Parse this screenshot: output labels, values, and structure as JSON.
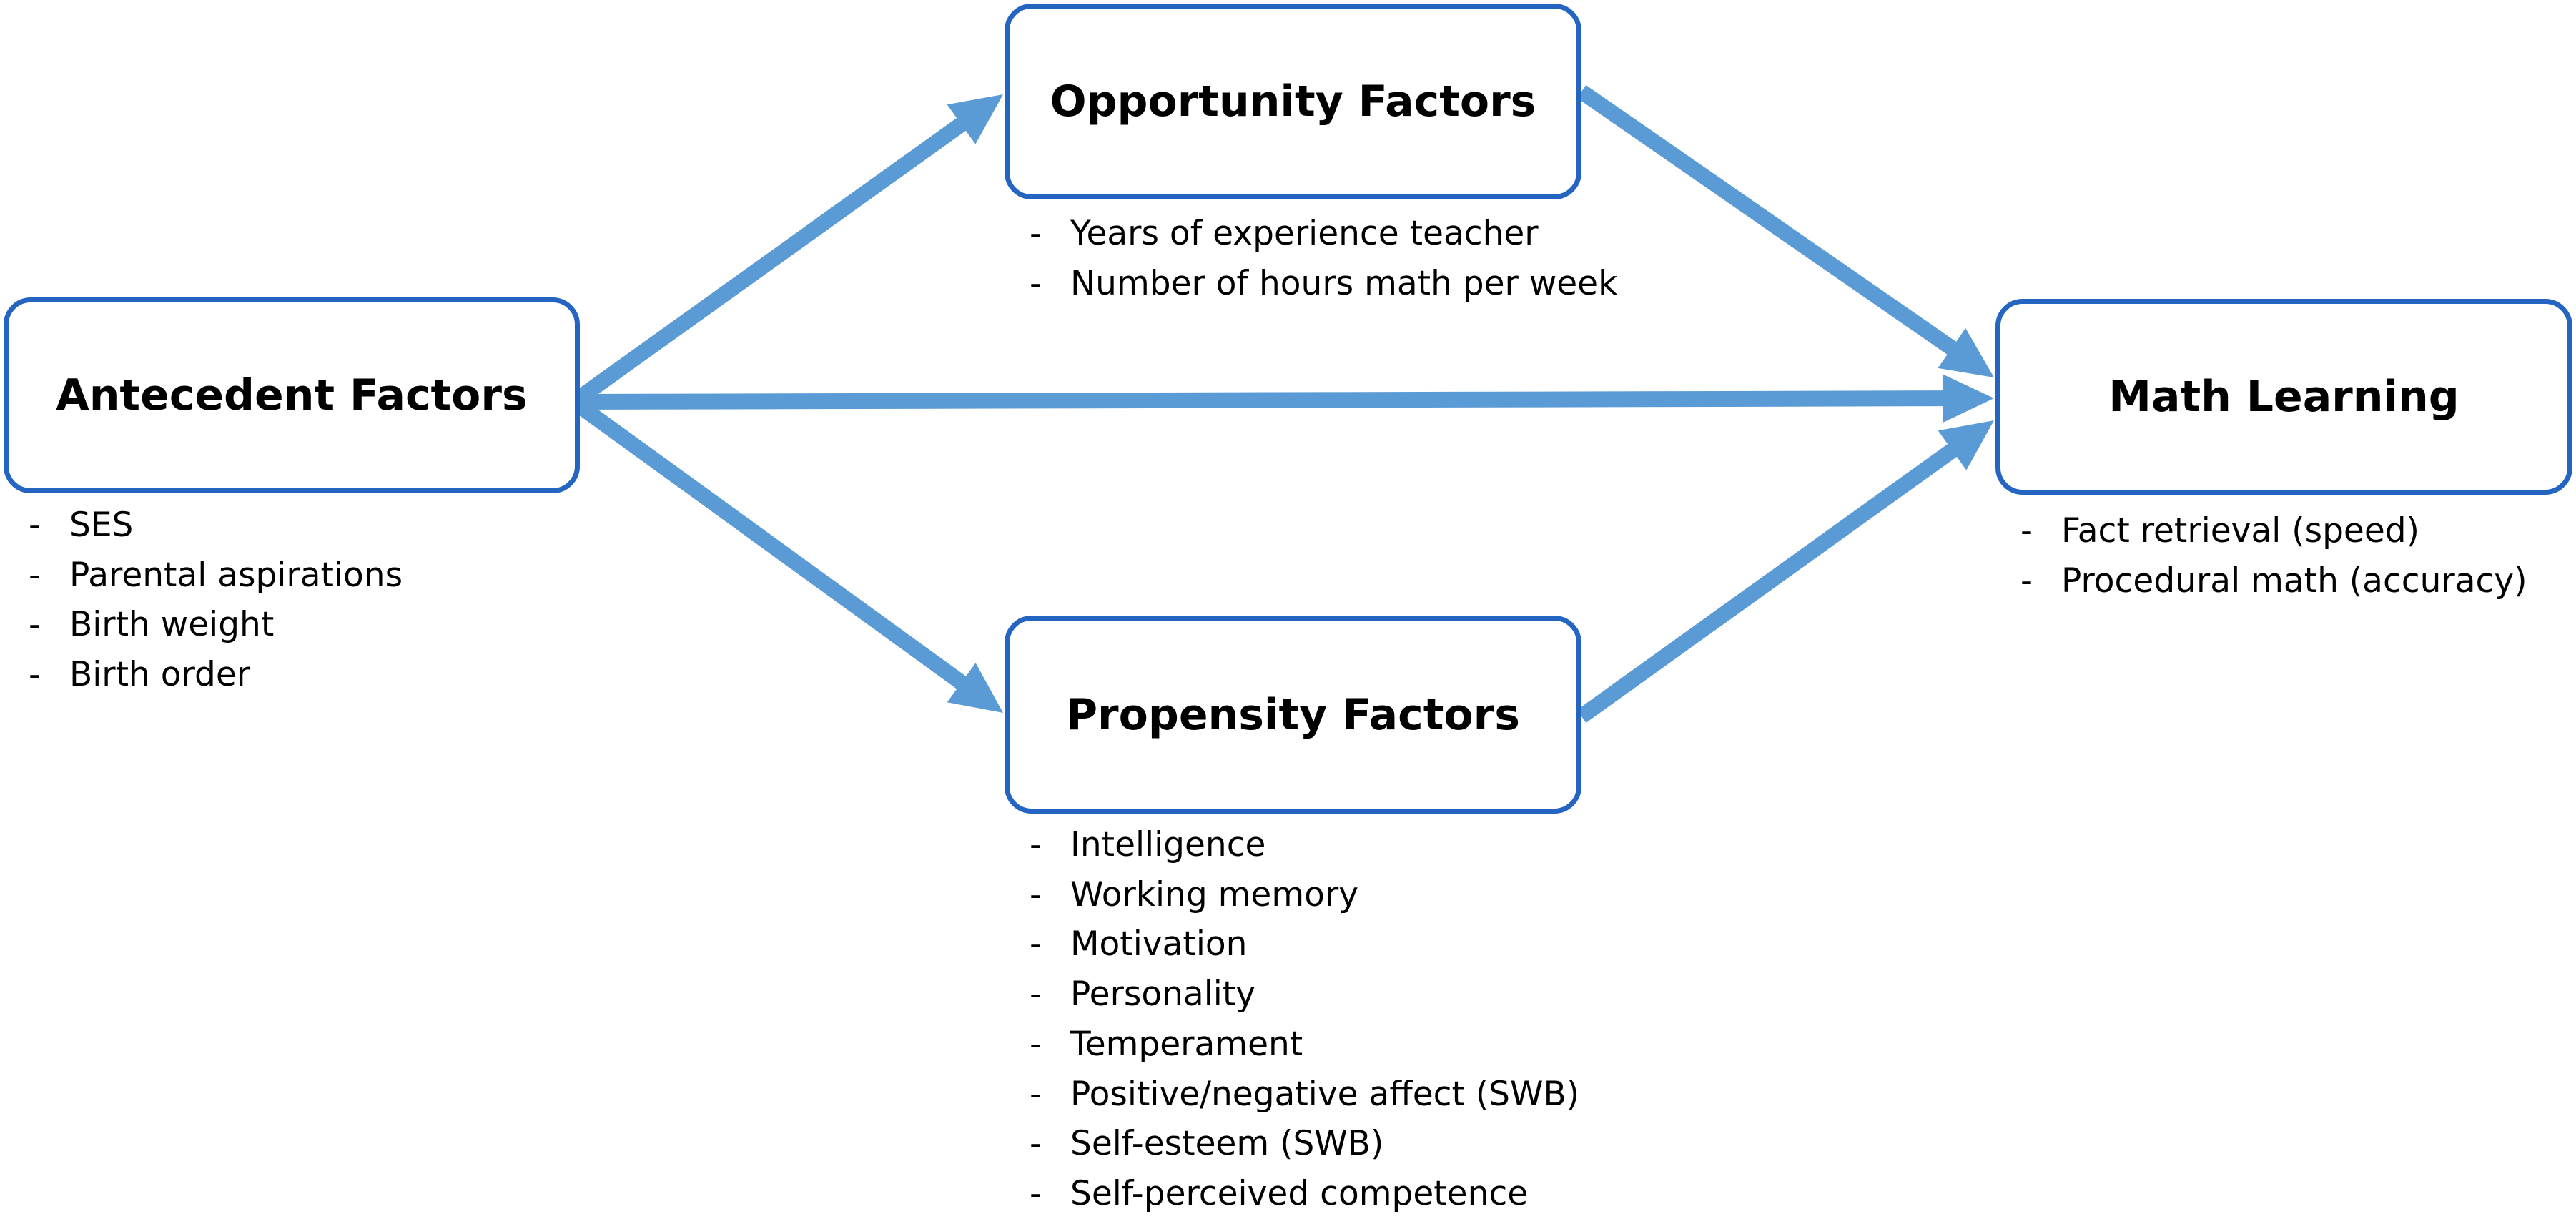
{
  "diagram": {
    "colors": {
      "box_border": "#2565c2",
      "arrow": "#5b9bd5",
      "text": "#000000",
      "background": "#ffffff"
    },
    "nodes": {
      "antecedent": {
        "title": "Antecedent Factors",
        "items": [
          "SES",
          "Parental aspirations",
          "Birth weight",
          "Birth order"
        ]
      },
      "opportunity": {
        "title": "Opportunity Factors",
        "items": [
          "Years of experience teacher",
          "Number of hours math per week"
        ]
      },
      "propensity": {
        "title": "Propensity Factors",
        "items": [
          "Intelligence",
          "Working memory",
          "Motivation",
          "Personality",
          "Temperament",
          "Positive/negative affect (SWB)",
          "Self-esteem (SWB)",
          "Self-perceived competence"
        ]
      },
      "math": {
        "title": "Math Learning",
        "items": [
          "Fact retrieval (speed)",
          "Procedural math (accuracy)"
        ]
      }
    },
    "edges": [
      {
        "from": "antecedent",
        "to": "opportunity"
      },
      {
        "from": "antecedent",
        "to": "math"
      },
      {
        "from": "antecedent",
        "to": "propensity"
      },
      {
        "from": "opportunity",
        "to": "math"
      },
      {
        "from": "propensity",
        "to": "math"
      }
    ]
  }
}
